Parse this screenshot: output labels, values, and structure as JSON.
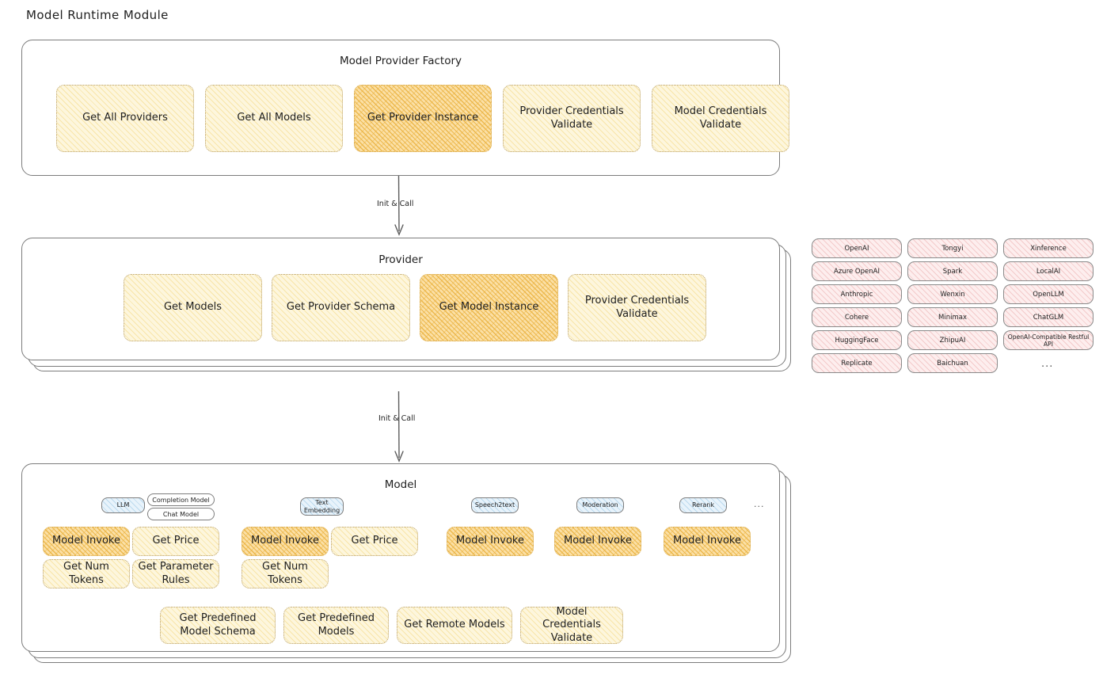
{
  "page": {
    "title": "Model Runtime Module"
  },
  "colors": {
    "box_light": "#fdf6dd",
    "box_dark": "#fbe0a6",
    "chip_pink": "#fdeeee",
    "chip_blue": "#e8f3fb",
    "stroke": "#7c7c7c",
    "text": "#1e1e1e"
  },
  "factory": {
    "title": "Model Provider Factory",
    "boxes": [
      {
        "label": "Get All Providers",
        "highlight": false
      },
      {
        "label": "Get All Models",
        "highlight": false
      },
      {
        "label": "Get Provider Instance",
        "highlight": true
      },
      {
        "label": "Provider Credentials Validate",
        "highlight": false
      },
      {
        "label": "Model Credentials Validate",
        "highlight": false
      }
    ]
  },
  "arrow1": {
    "label": "Init & Call"
  },
  "provider": {
    "title": "Provider",
    "boxes": [
      {
        "label": "Get Models",
        "highlight": false
      },
      {
        "label": "Get Provider Schema",
        "highlight": false
      },
      {
        "label": "Get Model Instance",
        "highlight": true
      },
      {
        "label": "Provider Credentials Validate",
        "highlight": false
      }
    ]
  },
  "provider_list": {
    "column1": [
      "OpenAI",
      "Azure OpenAI",
      "Anthropic",
      "Cohere",
      "HuggingFace",
      "Replicate"
    ],
    "column2": [
      "Tongyi",
      "Spark",
      "Wenxin",
      "Minimax",
      "ZhipuAI",
      "Baichuan"
    ],
    "column3": [
      "Xinference",
      "LocalAI",
      "OpenLLM",
      "ChatGLM",
      "OpenAI-Compatible Restful API"
    ],
    "more": "..."
  },
  "arrow2": {
    "label": "Init & Call"
  },
  "model": {
    "title": "Model",
    "more": "...",
    "types": [
      {
        "chip": "LLM",
        "chip_style": "blue",
        "sub_chips": [
          "Completion Model",
          "Chat Model"
        ],
        "methods": [
          {
            "label": "Model Invoke",
            "highlight": true
          },
          {
            "label": "Get Price",
            "highlight": false
          },
          {
            "label": "Get Num Tokens",
            "highlight": false
          },
          {
            "label": "Get Parameter Rules",
            "highlight": false
          }
        ]
      },
      {
        "chip": "Text Embedding",
        "chip_style": "blue",
        "sub_chips": [],
        "methods": [
          {
            "label": "Model Invoke",
            "highlight": true
          },
          {
            "label": "Get Price",
            "highlight": false
          },
          {
            "label": "Get Num Tokens",
            "highlight": false
          }
        ]
      },
      {
        "chip": "Speech2text",
        "chip_style": "blue",
        "sub_chips": [],
        "methods": [
          {
            "label": "Model Invoke",
            "highlight": true
          }
        ]
      },
      {
        "chip": "Moderation",
        "chip_style": "blue",
        "sub_chips": [],
        "methods": [
          {
            "label": "Model Invoke",
            "highlight": true
          }
        ]
      },
      {
        "chip": "Rerank",
        "chip_style": "blue",
        "sub_chips": [],
        "methods": [
          {
            "label": "Model Invoke",
            "highlight": true
          }
        ]
      }
    ],
    "shared_methods": [
      {
        "label": "Get Predefined Model Schema"
      },
      {
        "label": "Get Predefined Models"
      },
      {
        "label": "Get Remote Models"
      },
      {
        "label": "Model Credentials Validate"
      }
    ]
  }
}
